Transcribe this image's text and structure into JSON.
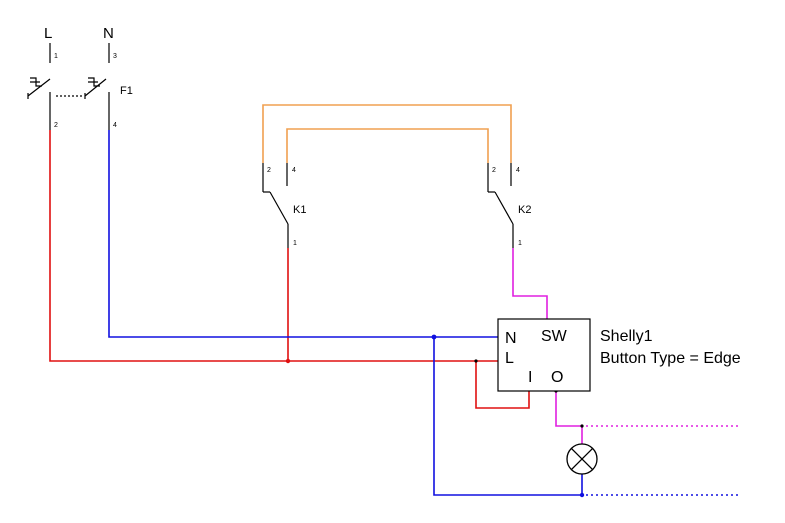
{
  "terminals": {
    "L": "L",
    "N": "N",
    "l_top": "1",
    "l_bottom": "2",
    "n_top": "3",
    "n_bottom": "4"
  },
  "breaker": {
    "label": "F1"
  },
  "k1": {
    "label": "K1",
    "pin_a": "2",
    "pin_b": "4",
    "pin_common": "1"
  },
  "k2": {
    "label": "K2",
    "pin_a": "2",
    "pin_b": "4",
    "pin_common": "1"
  },
  "shelly": {
    "terminal_n": "N",
    "terminal_l": "L",
    "terminal_sw": "SW",
    "terminal_i": "I",
    "terminal_o": "O",
    "name": "Shelly1",
    "config": "Button Type = Edge"
  },
  "colors": {
    "live": "#e01010",
    "neutral": "#1010e0",
    "traveller": "#f0a050",
    "switched": "#e020e0",
    "black": "#000000"
  }
}
